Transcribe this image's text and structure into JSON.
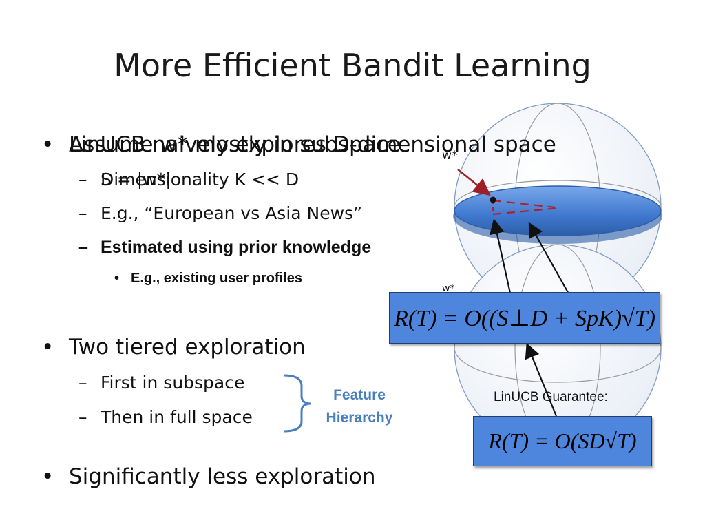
{
  "slide": {
    "title": "More Efficient Bandit Learning"
  },
  "bullets": {
    "b1_overlay_a": "LinUCB naively explores D-dimensional space",
    "b1_overlay_b": "Assume w* mostly in subspace",
    "b1_sub1_overlay_a": "S = |w*|",
    "b1_sub1_overlay_b": "Dimensionality K << D",
    "b1_sub2": "E.g., “European vs Asia News”",
    "b1_sub3": "Estimated using prior knowledge",
    "b1_sub3_sub1": "E.g., existing user profiles",
    "b2": "Two tiered exploration",
    "b2_sub1": "First in subspace",
    "b2_sub2": "Then in full space",
    "b3": "Significantly less exploration"
  },
  "feature_hierarchy": {
    "line1": "Feature",
    "line2": "Hierarchy"
  },
  "diagram": {
    "w_label_top": "w*",
    "w_label_mid": "w*",
    "linucb_guarantee_label": "LinUCB Guarantee:",
    "colors": {
      "disk": "#4a86d8",
      "sphere_line": "#6e8fbf",
      "arrow_red": "#b0202a",
      "box_fill": "#4d86dc"
    }
  },
  "formulas": {
    "hierarchical": "R(T) = O((S⊥D + SpK)√T)",
    "linucb": "R(T) = O(SD√T)"
  }
}
